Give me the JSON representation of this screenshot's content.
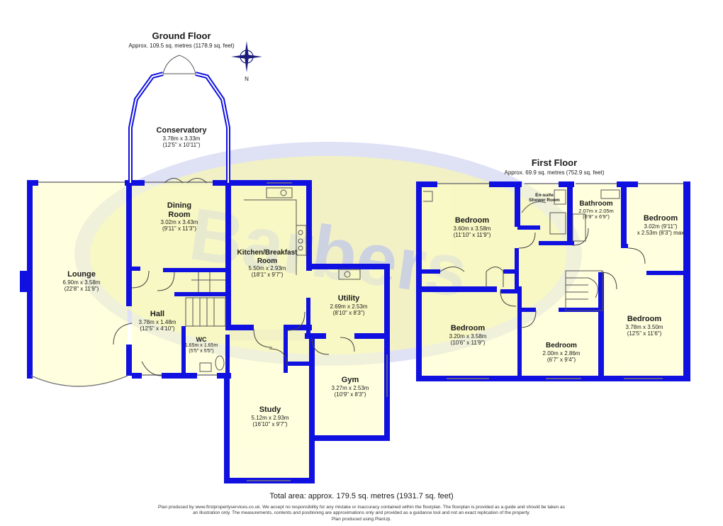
{
  "ground_floor": {
    "title": "Ground Floor",
    "area": "Approx. 109.5 sq. metres (1178.9 sq. feet)",
    "rooms": [
      {
        "name": "Conservatory",
        "metric": "3.78m x 3.33m",
        "imperial": "(12'5\" x 10'11\")"
      },
      {
        "name": "Dining Room",
        "metric": "3.02m x 3.43m",
        "imperial": "(9'11\" x 11'3\")"
      },
      {
        "name": "Kitchen/Breakfast Room",
        "metric": "5.50m x 2.93m",
        "imperial": "(18'1\" x 9'7\")"
      },
      {
        "name": "Lounge",
        "metric": "6.90m x 3.58m",
        "imperial": "(22'8\" x 11'9\")"
      },
      {
        "name": "Hall",
        "metric": "3.78m x 1.48m",
        "imperial": "(12'5\" x 4'10\")"
      },
      {
        "name": "WC",
        "metric": "1.65m x 1.65m",
        "imperial": "(5'5\" x 5'5\")"
      },
      {
        "name": "Utility",
        "metric": "2.69m x 2.53m",
        "imperial": "(8'10\" x 8'3\")"
      },
      {
        "name": "Gym",
        "metric": "3.27m x 2.53m",
        "imperial": "(10'9\" x 8'3\")"
      },
      {
        "name": "Study",
        "metric": "5.12m x 2.93m",
        "imperial": "(16'10\" x 9'7\")"
      }
    ]
  },
  "first_floor": {
    "title": "First Floor",
    "area": "Approx. 69.9 sq. metres (752.9 sq. feet)",
    "rooms": [
      {
        "name": "Bedroom",
        "metric": "3.60m x 3.58m",
        "imperial": "(11'10\" x 11'9\")"
      },
      {
        "name": "En-suite Shower Room"
      },
      {
        "name": "Bathroom",
        "metric": "2.07m x 2.05m",
        "imperial": "(6'9\" x 6'9\")"
      },
      {
        "name": "Bedroom",
        "metric": "3.02m (9'11\")",
        "imperial": "x 2.53m (8'3\") max"
      },
      {
        "name": "Bedroom",
        "metric": "3.20m x 3.58m",
        "imperial": "(10'6\" x 11'9\")"
      },
      {
        "name": "Bedroom",
        "metric": "2.00m x 2.86m",
        "imperial": "(6'7\" x 9'4\")"
      },
      {
        "name": "Bedroom",
        "metric": "3.78m x 3.50m",
        "imperial": "(12'5\" x 11'6\")"
      }
    ]
  },
  "compass_label": "N",
  "watermark": "Barbers",
  "total_area": "Total area: approx. 179.5 sq. metres (1931.7 sq. feet)",
  "disclaimer": {
    "line1": "Plan produced by www.firstpropertyservices.co.uk. We accept no responsibility for any mistake or inaccuracy contained within the floorplan. The floorplan is provided as a guide and should be taken as",
    "line2": "an illustration only. The measurements, contents and positioning are approximations only and provided as a guidance tool and not an exact replication of the property.",
    "line3": "Plan produced using PlanUp."
  },
  "colors": {
    "wall": "#1010e0",
    "floor": "#ffffc4",
    "watermark_ring": "#c6cbee",
    "watermark_fill": "#f7f7ad",
    "watermark_text": "#c2c8ea",
    "fixture": "#888888"
  }
}
